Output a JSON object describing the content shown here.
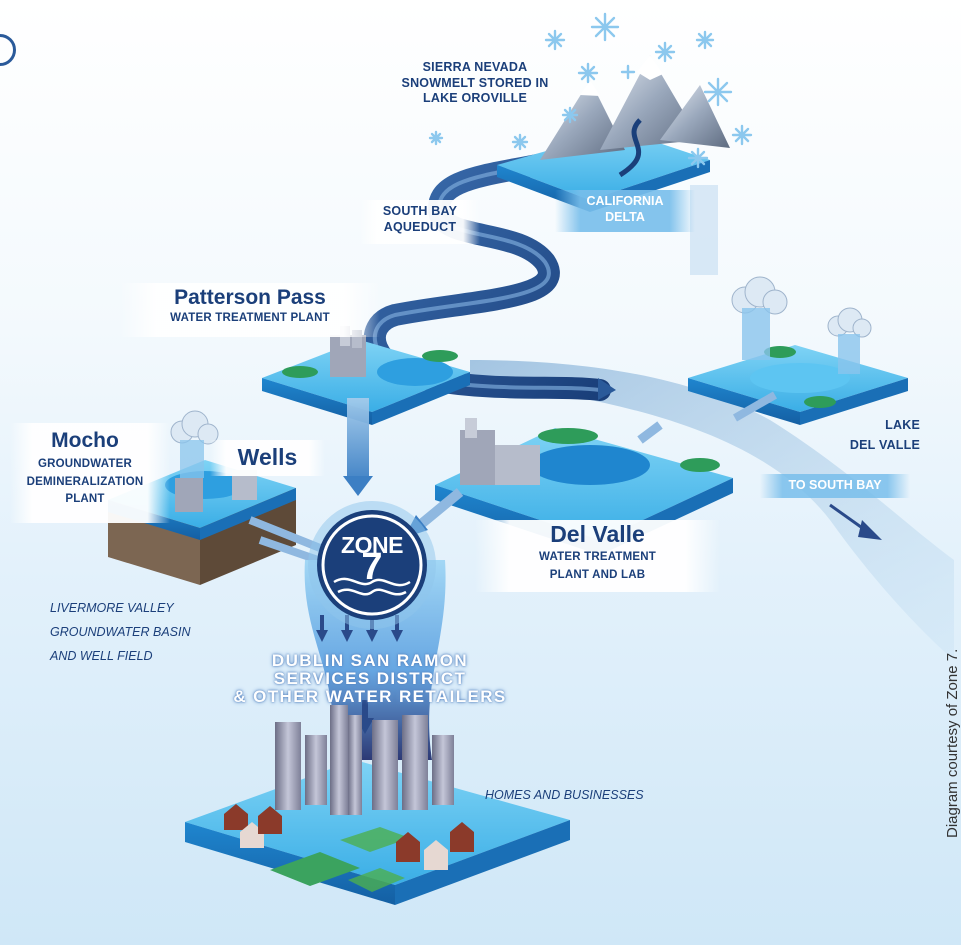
{
  "labels": {
    "sierra": [
      "SIERRA NEVADA",
      "SNOWMELT STORED IN",
      "LAKE OROVILLE"
    ],
    "delta": [
      "CALIFORNIA",
      "DELTA"
    ],
    "aqueduct": [
      "SOUTH BAY",
      "AQUEDUCT"
    ],
    "patterson": {
      "title": "Patterson Pass",
      "subtitle": "WATER TREATMENT PLANT"
    },
    "mocho": {
      "title": "Mocho",
      "subtitle": [
        "GROUNDWATER",
        "DEMINERALIZATION",
        "PLANT"
      ]
    },
    "wells": "Wells",
    "lake_del_valle": [
      "LAKE",
      "DEL VALLE"
    ],
    "to_south_bay": "TO SOUTH BAY",
    "del_valle": {
      "title": "Del Valle",
      "subtitle": [
        "WATER TREATMENT",
        "PLANT AND LAB"
      ]
    },
    "basin": [
      "LIVERMORE VALLEY",
      "GROUNDWATER BASIN",
      "AND WELL FIELD"
    ],
    "dsrsd": [
      "DUBLIN SAN RAMON",
      "SERVICES DISTRICT",
      "& OTHER WATER RETAILERS"
    ],
    "homes": "HOMES AND BUSINESSES",
    "credit": "Diagram courtesy of Zone 7."
  },
  "logo": {
    "top": "ZONE",
    "numeral": "7"
  },
  "colors": {
    "navy": "#1b3f7a",
    "water_blue": "#2e9fe0",
    "platform_top": "#5bc3f0",
    "platform_side": "#1e7fc7",
    "grass": "#2e9c5a",
    "aqueduct": "#1f4f8e"
  }
}
